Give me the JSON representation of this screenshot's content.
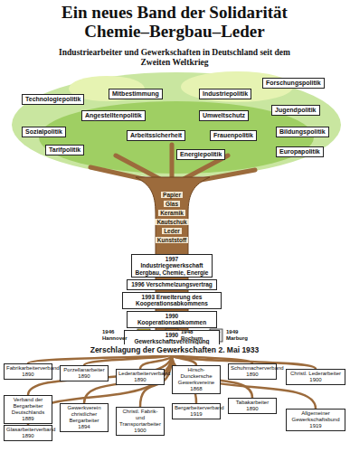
{
  "diagram": {
    "title": "Ein neues Band der Solidarität Chemie–Bergbau–Leder",
    "nodes": [
      {
        "text": [
          "Technologiepolitik"
        ]
      },
      {
        "text": [
          "Mitbestimmung"
        ]
      },
      {
        "text": [
          "Angestelltenpolitik"
        ]
      },
      {
        "text": [
          "Sozialpolitik"
        ]
      },
      {
        "text": [
          "Arbeitssicherheit"
        ]
      },
      {
        "text": [
          "Tarifpolitik"
        ]
      },
      {
        "text": [
          "Industriepolitik"
        ]
      },
      {
        "text": [
          "Umweltschutz"
        ]
      },
      {
        "text": [
          "Forschungspolitik"
        ]
      },
      {
        "text": [
          "Jugendpolitik"
        ]
      },
      {
        "text": [
          "Frauenpolitik"
        ]
      },
      {
        "text": [
          "Bildungspolitik"
        ]
      },
      {
        "text": [
          "Energiepolitik"
        ]
      },
      {
        "text": [
          "Europapolitik"
        ]
      },
      {
        "text": [
          "1997 Industriegewerkschaft Bergbau, Chemie, Energie"
        ]
      },
      {
        "text": [
          "1996 Verschmelzungsvertrag"
        ]
      },
      {
        "text": [
          "1993 Erweiterung des Kooperationsabkommens"
        ]
      },
      {
        "text": [
          "1990 Kooperationsabkommen"
        ]
      },
      {
        "text": [
          "1990 Gewerkschaftsvereinigung"
        ]
      },
      {
        "text": [
          "1946 Hannover"
        ]
      },
      {
        "text": [
          "1948 Bochum"
        ]
      },
      {
        "text": [
          "1949 Marburg"
        ]
      },
      {
        "text": [
          "Zerschlagung der Gewerkschaften 2. Mai 1933"
        ]
      },
      {
        "text": [
          "Fabrikarbeiterverband 1890"
        ]
      },
      {
        "text": [
          "Verband der Bergarbeiter Deutschlands 1889"
        ]
      },
      {
        "text": [
          "Glasarbeiterverband 1890"
        ]
      },
      {
        "text": [
          "Porzellanarbeiter 1890"
        ]
      },
      {
        "text": [
          "Gewerkverein christlicher Bergarbeiter 1894"
        ]
      },
      {
        "text": [
          "Lederarbeiterverband 1890"
        ]
      },
      {
        "text": [
          "Christl. Fabrik- und Transportarbeiter 1900"
        ]
      },
      {
        "text": [
          "Hirsch-Dunckersche Gewerkvereine 1868"
        ]
      },
      {
        "text": [
          "Bergarbeiterverband 1919"
        ]
      },
      {
        "text": [
          "Schuhmacherverband 1890"
        ]
      },
      {
        "text": [
          "Tabakarbeiter 1890"
        ]
      },
      {
        "text": [
          "Christl. Lederarbeiter 1900"
        ]
      },
      {
        "text": [
          "Allgemeiner Gewerkschaftsbund 1919"
        ]
      }
    ],
    "labels": [
      "Industriearbeiter und Gewerkschaften in Deutschland seit dem Zweiten Weltkrieg",
      "Papier",
      "Glas",
      "Keramik",
      "Kautschuk",
      "Leder",
      "Kunststoff"
    ]
  }
}
